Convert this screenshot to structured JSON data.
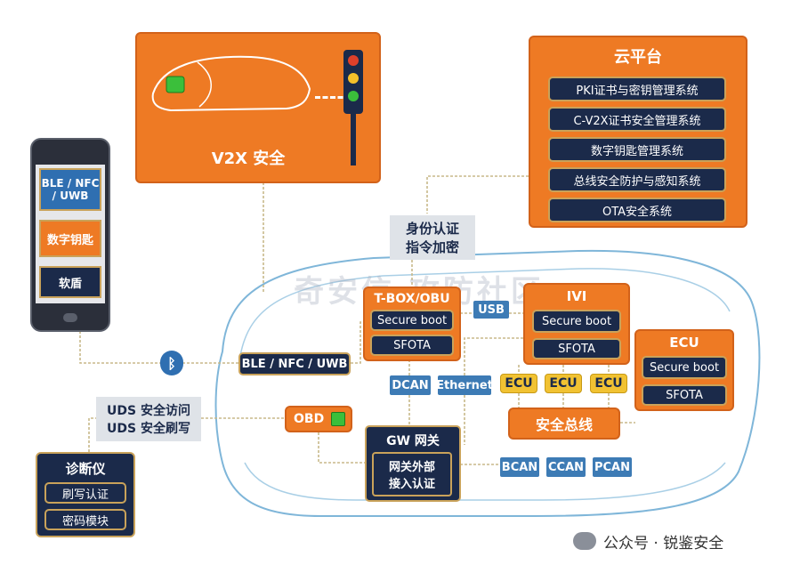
{
  "v2x": {
    "label": "V2X 安全"
  },
  "cloud": {
    "title": "云平台",
    "items": [
      "PKI证书与密钥管理系统",
      "C-V2X证书安全管理系统",
      "数字钥匙管理系统",
      "总线安全防护与感知系统",
      "OTA安全系统"
    ]
  },
  "phone": {
    "items": [
      "BLE / NFC / UWB",
      "数字钥匙",
      "软盾"
    ]
  },
  "auth": {
    "line1": "身份认证",
    "line2": "指令加密"
  },
  "tbox": {
    "title": "T-BOX/OBU",
    "items": [
      "Secure boot",
      "SFOTA"
    ]
  },
  "usb": "USB",
  "ivi": {
    "title": "IVI",
    "items": [
      "Secure boot",
      "SFOTA"
    ]
  },
  "ecu_main": {
    "title": "ECU",
    "items": [
      "Secure boot",
      "SFOTA"
    ]
  },
  "ble_link": "BLE / NFC / UWB",
  "dcan": "DCAN",
  "ethernet": "Ethernet",
  "ecu_chips": [
    "ECU",
    "ECU",
    "ECU"
  ],
  "bus": "安全总线",
  "uds": {
    "line1": "UDS 安全访问",
    "line2": "UDS 安全刷写"
  },
  "obd": "OBD",
  "gw": {
    "title": "GW 网关",
    "line1": "网关外部",
    "line2": "接入认证"
  },
  "can_tags": [
    "BCAN",
    "CCAN",
    "PCAN"
  ],
  "diag": {
    "title": "诊断仪",
    "items": [
      "刷写认证",
      "密码模块"
    ]
  },
  "watermark": "奇安信 攻防社区",
  "footer": {
    "text": "公众号 · 锐鉴安全"
  }
}
